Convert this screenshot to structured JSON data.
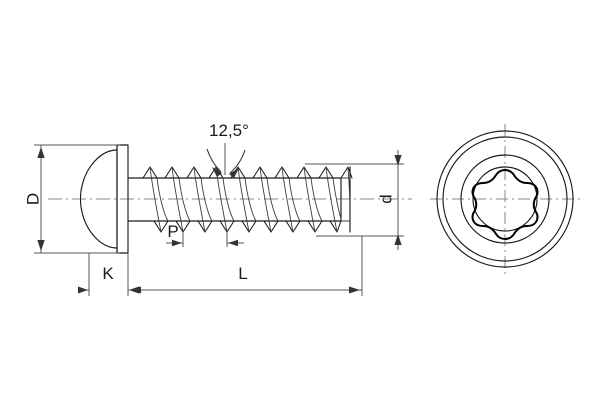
{
  "drawing": {
    "title": "Pan head self-tapping screw technical drawing",
    "background_color": "#ffffff",
    "line_color": "#1a1a1a",
    "dimension_color": "#555555",
    "centerline_color": "#8a8a8a"
  },
  "dimensions": {
    "head_diameter": {
      "label": "D",
      "name": "head-diameter",
      "orientation": "vertical",
      "position": "left"
    },
    "head_height": {
      "label": "K",
      "name": "head-height",
      "orientation": "horizontal",
      "position": "bottom-left"
    },
    "thread_length": {
      "label": "L",
      "name": "thread-length",
      "orientation": "horizontal",
      "position": "bottom"
    },
    "thread_pitch": {
      "label": "P",
      "name": "thread-pitch",
      "orientation": "horizontal",
      "position": "below-thread"
    },
    "thread_diameter": {
      "label": "d",
      "name": "thread-outer-diameter",
      "orientation": "vertical",
      "position": "right"
    },
    "thread_angle": {
      "label": "12,5°",
      "name": "thread-flank-angle",
      "value": 12.5,
      "unit": "degrees",
      "position": "above-thread"
    }
  },
  "views": {
    "side_view": {
      "name": "side-view",
      "head_type": "pan-head-with-flange",
      "thread_teeth_count": 10,
      "tip_type": "blunt"
    },
    "top_view": {
      "name": "top-view",
      "drive_type": "torx",
      "lobes": 6,
      "concentric_circles": 3
    }
  }
}
